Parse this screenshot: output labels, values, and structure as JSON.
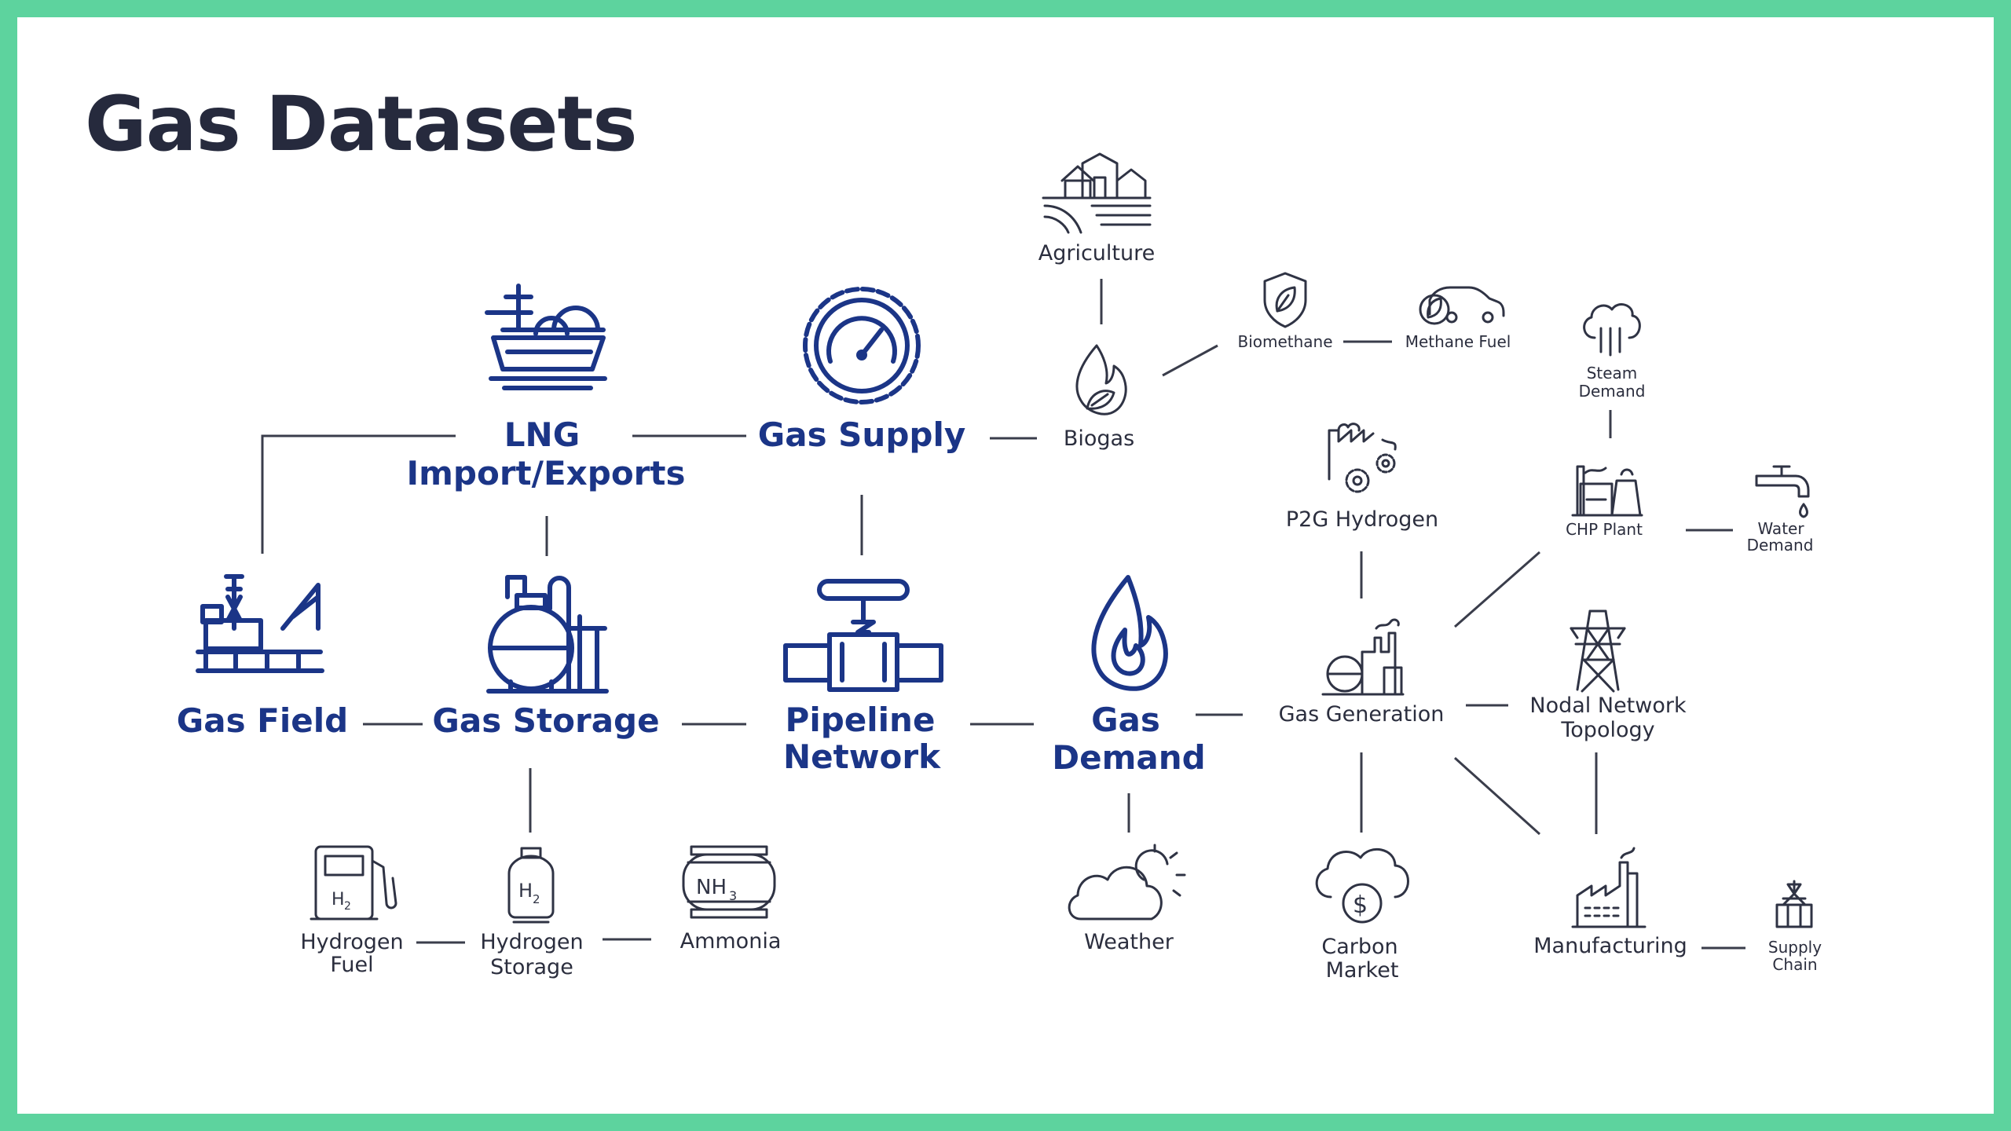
{
  "title": "Gas Datasets",
  "colors": {
    "border": "#5dd39e",
    "primary": "#1b3587",
    "text": "#262a3d"
  },
  "nodes": {
    "lng": [
      "LNG",
      "Import/Exports"
    ],
    "gas_supply": [
      "Gas Supply"
    ],
    "gas_field": [
      "Gas Field"
    ],
    "gas_storage": [
      "Gas Storage"
    ],
    "pipeline_network": [
      "Pipeline",
      "Network"
    ],
    "gas_demand": [
      "Gas",
      "Demand"
    ],
    "agriculture": [
      "Agriculture"
    ],
    "biogas": [
      "Biogas"
    ],
    "biomethane": [
      "Biomethane"
    ],
    "methane_fuel": [
      "Methane Fuel"
    ],
    "steam_demand": [
      "Steam",
      "Demand"
    ],
    "p2g_hydrogen": [
      "P2G Hydrogen"
    ],
    "chp_plant": [
      "CHP Plant"
    ],
    "water_demand": [
      "Water",
      "Demand"
    ],
    "gas_generation": [
      "Gas Generation"
    ],
    "nodal_network": [
      "Nodal Network",
      "Topology"
    ],
    "hydrogen_fuel": [
      "Hydrogen",
      "Fuel"
    ],
    "hydrogen_storage": [
      "Hydrogen",
      "Storage"
    ],
    "ammonia": [
      "Ammonia"
    ],
    "weather": [
      "Weather"
    ],
    "carbon_market": [
      "Carbon",
      "Market"
    ],
    "manufacturing": [
      "Manufacturing"
    ],
    "supply_chain": [
      "Supply",
      "Chain"
    ]
  },
  "icon_glyphs": {
    "h2": "H",
    "h2_sub": "2",
    "nh3": "NH",
    "nh3_sub": "3",
    "dollar": "$"
  }
}
